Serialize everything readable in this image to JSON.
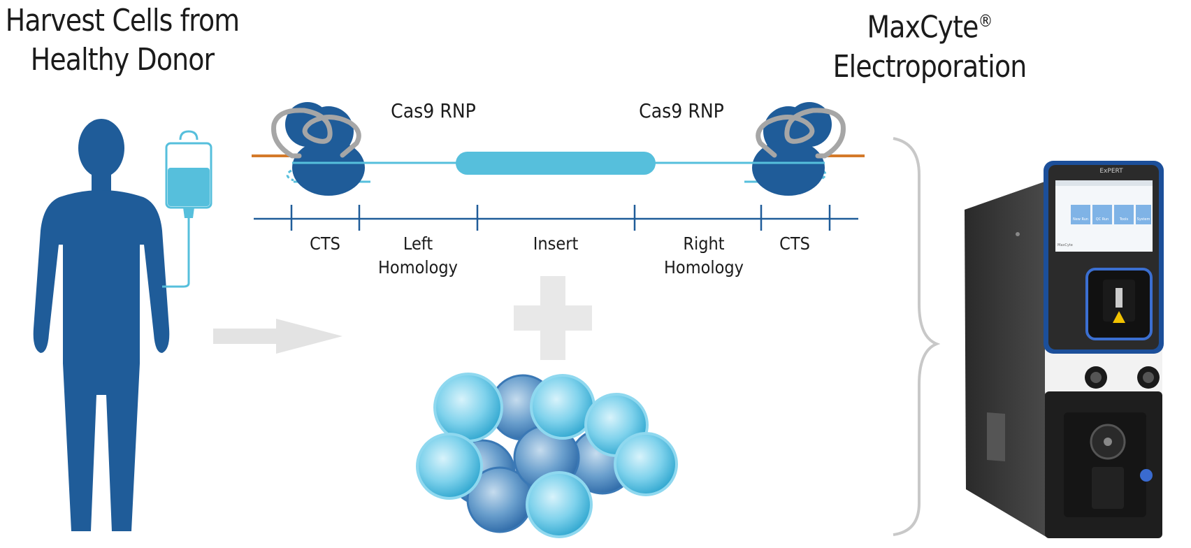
{
  "left_title": {
    "line1": "Harvest Cells from",
    "line2": "Healthy Donor"
  },
  "right_title": {
    "line1": "MaxCyte",
    "mark": "®",
    "line2": "Electroporation"
  },
  "rnp_labels": {
    "left": "Cas9 RNP",
    "right": "Cas9 RNP"
  },
  "segments": {
    "cts_left": "CTS",
    "left_homology_1": "Left",
    "left_homology_2": "Homology",
    "insert": "Insert",
    "right_homology_1": "Right",
    "right_homology_2": "Homology",
    "cts_right": "CTS"
  },
  "device": {
    "brand": "ExPERT",
    "screen_buttons": [
      "New Run",
      "QC Run",
      "Tools",
      "System"
    ],
    "maker": "MaxCyte"
  },
  "colors": {
    "body_blue": "#1f5c99",
    "light_blue": "#56bfdc",
    "orange": "#d47a2a",
    "grey": "#a6a6a6",
    "arrow_grey": "#e3e3e3"
  }
}
